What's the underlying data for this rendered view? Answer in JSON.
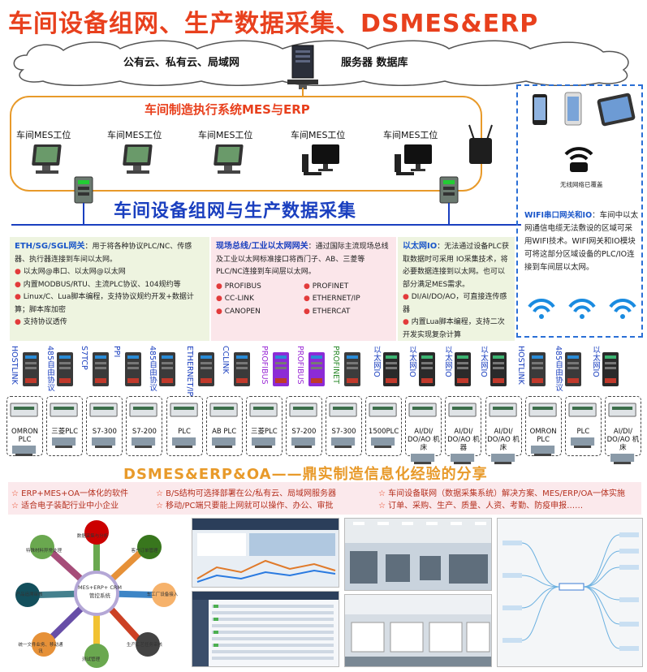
{
  "title": "车间设备组网、生产数据采集、DSMES&ERP",
  "cloud": {
    "left": "公有云、私有云、局域网",
    "right": "服务器 数据库"
  },
  "mes": {
    "title": "车间制造执行系统MES与ERP",
    "workstations": [
      "车间MES工位",
      "车间MES工位",
      "车间MES工位",
      "车间MES工位",
      "车间MES工位"
    ]
  },
  "network_title": "车间设备组网与生产数据采集",
  "panels": {
    "eth": {
      "head": "ETH/SG/SGL网关",
      "intro": "：用于将各种协议PLC/NC、传感器、执行器连接到车间以太网。",
      "items": [
        "以太网@串口、以太网@以太网",
        "内置MODBUS/RTU、主流PLC协议、104规约等",
        "Linux/C、Lua脚本编程，支持协议规约开发+数据计算；脚本库加密",
        "支持协议透传"
      ]
    },
    "field": {
      "head": "现场总线/工业以太网网关",
      "intro": "：通过国际主流现场总线及工业以太网标准接口将西门子、AB、三菱等PLC/NC连接到车间层以太网。",
      "protocols": [
        "PROFIBUS",
        "PROFINET",
        "CC-LINK",
        "ETHERNET/IP",
        "CANOPEN",
        "ETHERCAT"
      ]
    },
    "io": {
      "head": "以太网IO",
      "intro": "：无法通过设备PLC获取数据时可采用 IO采集技术，将必要数据连接到以太网。也可以部分满足MES需求。",
      "items": [
        "DI/AI/DO/AO，可直接连传感器",
        "内置Lua脚本编程，支持二次开发实现复杂计算"
      ]
    }
  },
  "wifi": {
    "caption": "无线网络已覆盖",
    "head": "WIFI串口网关和IO",
    "body": "：车间中以太网通信电缆无法敷设的区域可采用WIFI技术。WIFI网关和IO模块可将这部分区域设备的PLC/IO连接到车间层以太网。"
  },
  "gateway_labels": [
    "HOSTLINK",
    "485自由协议",
    "S7TCP",
    "PPI",
    "485自由协议",
    "ETHERNET/IP",
    "CCLINK",
    "PROFIBUS",
    "PROFIBUS",
    "PROFINET",
    "以太网IO",
    "以太网IO",
    "以太网IO",
    "以太网IO",
    "HOSTLINK",
    "485自由协议",
    "以太网IO"
  ],
  "devices": [
    {
      "label": "OMRON PLC",
      "machine": true
    },
    {
      "label": "三菱PLC",
      "machine": true
    },
    {
      "label": "S7-300",
      "machine": true
    },
    {
      "label": "S7-200",
      "machine": true
    },
    {
      "label": "PLC",
      "machine": true
    },
    {
      "label": "AB PLC",
      "machine": true
    },
    {
      "label": "三菱PLC",
      "machine": true
    },
    {
      "label": "S7-200",
      "machine": true
    },
    {
      "label": "S7-300",
      "machine": true
    },
    {
      "label": "1500PLC",
      "machine": true
    },
    {
      "label": "AI/DI/ DO/AO 机床",
      "machine": true
    },
    {
      "label": "AI/DI/ DO/AO 机器",
      "machine": true
    },
    {
      "label": "AI/DI/ DO/AO 机床",
      "machine": true
    },
    {
      "label": "OMRON PLC",
      "machine": true
    },
    {
      "label": "PLC",
      "machine": true
    },
    {
      "label": "AI/DI/ DO/AO 机床",
      "machine": true
    }
  ],
  "share_title": "DSMES&ERP&OA——鼎实制造信息化经验的分享",
  "features": [
    "ERP+MES+OA一体化的软件",
    "B/S结构可选择部署在公/私有云、局域网服务器",
    "车间设备联网（数据采集系统）解决方案、MES/ERP/OA一体实施",
    "适合电子装配行业中小企业",
    "移动/PC端只要能上网就可以操作、办公、审批",
    "订单、采购、生产、质量、人资、考勤、防疫申报……"
  ],
  "wheel": {
    "center": "MES+ERP+ CRM管控系统",
    "nodes": [
      "数据采集与分析",
      "客户订单管理",
      "车工厂设备接入",
      "生产工艺任务审核",
      "测试管理",
      "统一文件业务、移动通讯",
      "产品追溯审核",
      "特殊材料异常处理"
    ]
  },
  "colors": {
    "title": "#e8401d",
    "accent": "#e89a2a",
    "blue": "#1a3fbf",
    "panel_green": "#eef4e0",
    "panel_pink": "#fbe6ea",
    "panel_green2": "#eef4e0"
  }
}
